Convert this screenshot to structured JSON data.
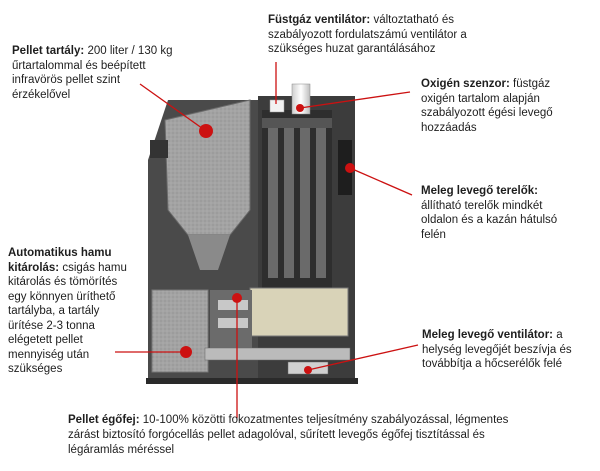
{
  "labels": {
    "fustgaz": {
      "title": "Füstgáz ventilátor:",
      "line1": "változtatható és",
      "line2": "szabályozott fordulatszámú ventilátor a",
      "line3": "szükséges huzat garantálásához"
    },
    "pellet_tartaly": {
      "title": "Pellet tartály:",
      "line1": "200 liter / 130 kg",
      "line2": "űrtartalommal és beépített",
      "line3": "infravörös pellet szint",
      "line4": "érzékelővel"
    },
    "oxigen": {
      "title": "Oxigén szenzor:",
      "line1": "füstgáz",
      "line2": "oxigén tartalom alapján",
      "line3": "szabályozott égési levegő",
      "line4": "hozzáadás"
    },
    "terelok": {
      "title": "Meleg levegő terelők:",
      "line1": "állítható terelők mindkét",
      "line2": "oldalon és a kazán hátulsó",
      "line3": "felén"
    },
    "hamu": {
      "title1": "Automatikus hamu",
      "title2": "kitárolás:",
      "line1": "csigás hamu",
      "line2": "kitárolás és tömörítés",
      "line3": "egy könnyen üríthető",
      "line4": "tartályba, a tartály",
      "line5": "ürítése 2-3 tonna",
      "line6": "elégetett pellet",
      "line7": "mennyiség után",
      "line8": "szükséges"
    },
    "ventilator": {
      "title": "Meleg levegő ventilátor:",
      "line1": "a",
      "line2": "helység levegőjét beszívja és",
      "line3": "továbbítja a hőcserélők felé"
    },
    "egofej": {
      "title": "Pellet égőfej:",
      "line1": "10-100% közötti fokozatmentes teljesítmény szabályozással, légmentes",
      "line2": "zárást biztosító forgócellás pellet adagolóval, sűrített levegős égőfej tisztítással és",
      "line3": "légáramlás méréssel"
    }
  },
  "colors": {
    "pointer": "#cc1111",
    "casing": "#3a3a3a",
    "hopper": "#9a9a9a",
    "interior": "#5a5a5a"
  }
}
